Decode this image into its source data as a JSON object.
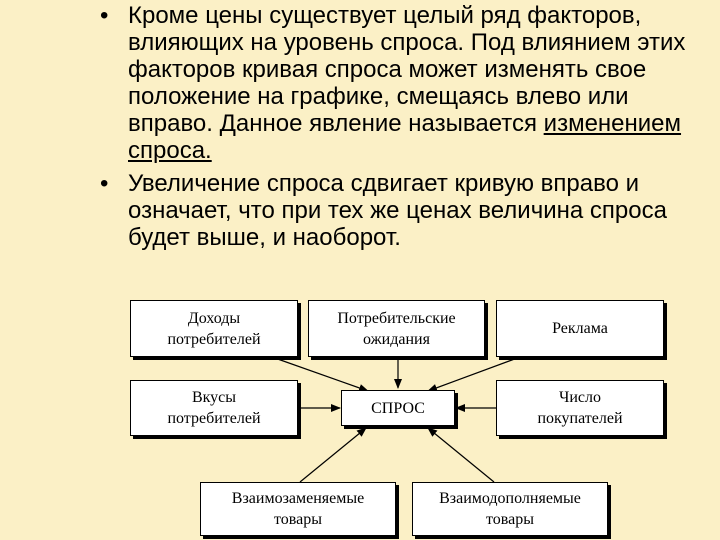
{
  "text": {
    "bullet1_main": "Кроме цены существует целый ряд факторов, влияющих на уровень спроса. Под влиянием этих факторов кривая спроса может изменять свое положение на графике, смещаясь влево или вправо. Данное явление называется ",
    "bullet1_term": "изменением спроса.",
    "bullet2": "Увеличение спроса сдвигает кривую вправо и означает, что при тех же ценах величина спроса будет выше, и наоборот."
  },
  "diagram": {
    "center": "СПРОС",
    "factors": {
      "income": "Доходы\nпотребителей",
      "expectations": "Потребительские\nожидания",
      "advertising": "Реклама",
      "tastes": "Вкусы\nпотребителей",
      "buyers": "Число\nпокупателей",
      "substitutes": "Взаимозаменяемые\nтовары",
      "complements": "Взаимодополняемые\nтовары"
    }
  }
}
